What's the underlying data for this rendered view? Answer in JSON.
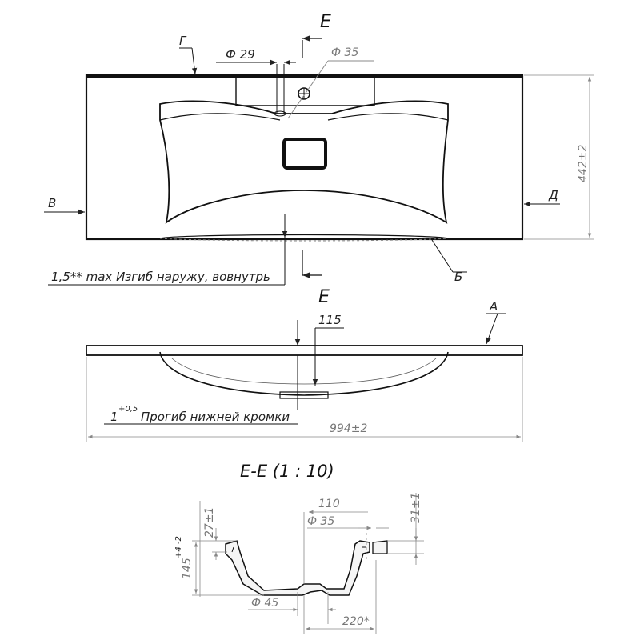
{
  "top_view": {
    "section_mark_top": "Е",
    "section_mark_bottom": "Е",
    "label_g": "Г",
    "label_v": "В",
    "label_d": "Д",
    "label_b": "Б",
    "dim_hole_small": "Ф 29",
    "dim_hole_large": "Ф 35",
    "dim_depth": "442±2",
    "note_bend": "1,5** max Изгиб наружу, вовнутрь"
  },
  "front_view": {
    "section_mark": "Е",
    "label_a": "А",
    "dim_115": "115",
    "note_sag": "1",
    "note_sag_tol": "+0,5",
    "note_sag_text": "Прогиб нижней кромки",
    "dim_width": "994±2"
  },
  "section_view": {
    "title": "Е-Е (1 : 10)",
    "dim_27": "27±1",
    "dim_145": "145",
    "dim_145_tol": "+4 -2",
    "dim_110": "110",
    "dim_35": "Ф 35",
    "dim_31": "31±1",
    "dim_45": "Ф 45",
    "dim_220": "220*"
  }
}
